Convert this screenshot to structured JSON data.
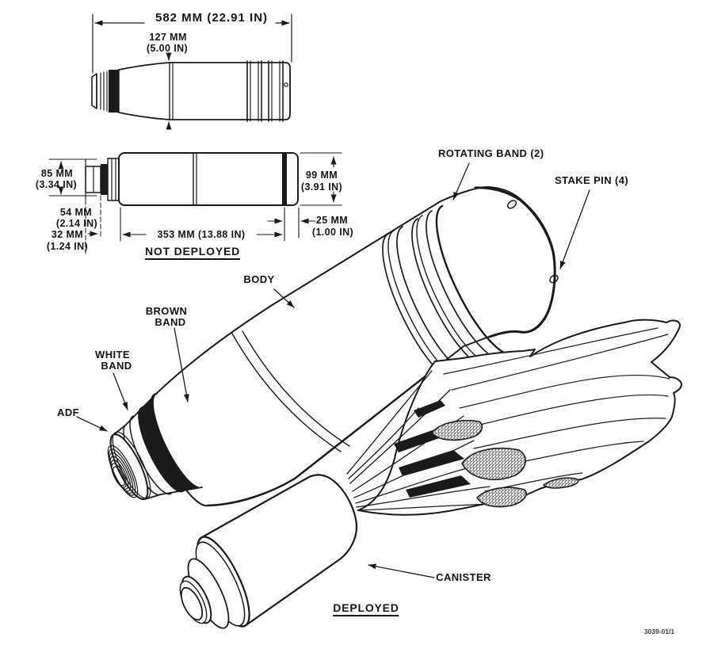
{
  "colors": {
    "ink": "#1a1a1a",
    "paper": "#ffffff"
  },
  "figure_number": "3039-01/1",
  "full_view": {
    "overall_length": "582 MM (22.91 IN)",
    "diameter_mm": "127 MM",
    "diameter_in": "(5.00 IN)"
  },
  "not_deployed_view": {
    "caption": "NOT DEPLOYED",
    "fuze_dia_mm": "85 MM",
    "fuze_dia_in": "(3.34 IN)",
    "step_dia_mm": "54 MM",
    "step_dia_in": "(2.14 IN)",
    "tip_dia_mm": "32 MM",
    "tip_dia_in": "(1.24 IN)",
    "body_dia_mm": "99 MM",
    "body_dia_in": "(3.91 IN)",
    "body_length": "353 MM (13.88 IN)",
    "band_offset_mm": "25 MM",
    "band_offset_in": "(1.00 IN)"
  },
  "perspective_view": {
    "rotating_band": "ROTATING BAND (2)",
    "stake_pin": "STAKE PIN (4)",
    "body": "BODY",
    "brown_band_line1": "BROWN",
    "brown_band_line2": "BAND",
    "white_band_line1": "WHITE",
    "white_band_line2": "BAND",
    "adf": "ADF"
  },
  "deployed_view": {
    "caption": "DEPLOYED",
    "canister": "CANISTER"
  }
}
